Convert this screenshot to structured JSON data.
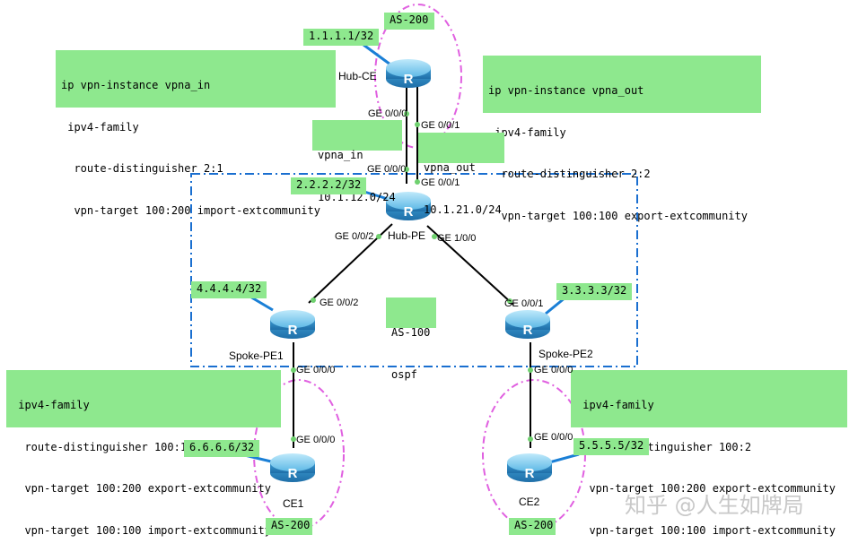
{
  "devices": {
    "hub_ce": "Hub-CE",
    "hub_pe": "Hub-PE",
    "spoke_pe1": "Spoke-PE1",
    "spoke_pe2": "Spoke-PE2",
    "ce1": "CE1",
    "ce2": "CE2",
    "router_glyph": "R"
  },
  "loopbacks": {
    "hub_ce": "1.1.1.1/32",
    "hub_pe": "2.2.2.2/32",
    "spoke_pe2": "3.3.3.3/32",
    "spoke_pe1": "4.4.4.4/32",
    "ce2": "5.5.5.5/32",
    "ce1": "6.6.6.6/32"
  },
  "as_labels": {
    "top": "AS-200",
    "core_as": "AS-100",
    "core_proto": "ospf",
    "ce1": "AS-200",
    "ce2": "AS-200"
  },
  "configs": {
    "vpna_in": [
      "ip vpn-instance vpna_in",
      " ipv4-family",
      "  route-distinguisher 2:1",
      "  vpn-target 100:200 import-extcommunity"
    ],
    "vpna_out": [
      "ip vpn-instance vpna_out",
      " ipv4-family",
      "  route-distinguisher 2:2",
      "  vpn-target 100:100 export-extcommunity"
    ],
    "spoke1": [
      " ipv4-family",
      "  route-distinguisher 100:1",
      "  vpn-target 100:200 export-extcommunity",
      "  vpn-target 100:100 import-extcommunity"
    ],
    "spoke2": [
      " ipv4-family",
      "  route-distinguisher 100:2",
      "  vpn-target 100:200 export-extcommunity",
      "  vpn-target 100:100 import-extcommunity"
    ]
  },
  "links": {
    "in_name": "vpna_in",
    "in_net": "10.1.12.0/24",
    "out_name": "vpna_out",
    "out_net": "10.1.21.0/24"
  },
  "ports": {
    "hubce_g0": "GE 0/0/0",
    "hubce_g1": "GE 0/0/1",
    "hubpe_g0": "GE 0/0/0",
    "hubpe_g1": "GE 0/0/1",
    "hubpe_g2": "GE 0/0/2",
    "hubpe_g100": "GE 1/0/0",
    "spe1_g2": "GE 0/0/2",
    "spe1_g0": "GE 0/0/0",
    "spe2_g1": "GE 0/0/1",
    "spe2_g0": "GE 0/0/0",
    "ce1_g0": "GE 0/0/0",
    "ce2_g0": "GE 0/0/0"
  },
  "watermark": "知乎 @人生如牌局",
  "colors": {
    "note_bg": "#8ee88e",
    "ellipse": "#e060e0",
    "dashed_box": "#1a6fd0",
    "link": "#000000",
    "loop_link": "#1a7fd6",
    "port_dot": "#6fd16f"
  }
}
